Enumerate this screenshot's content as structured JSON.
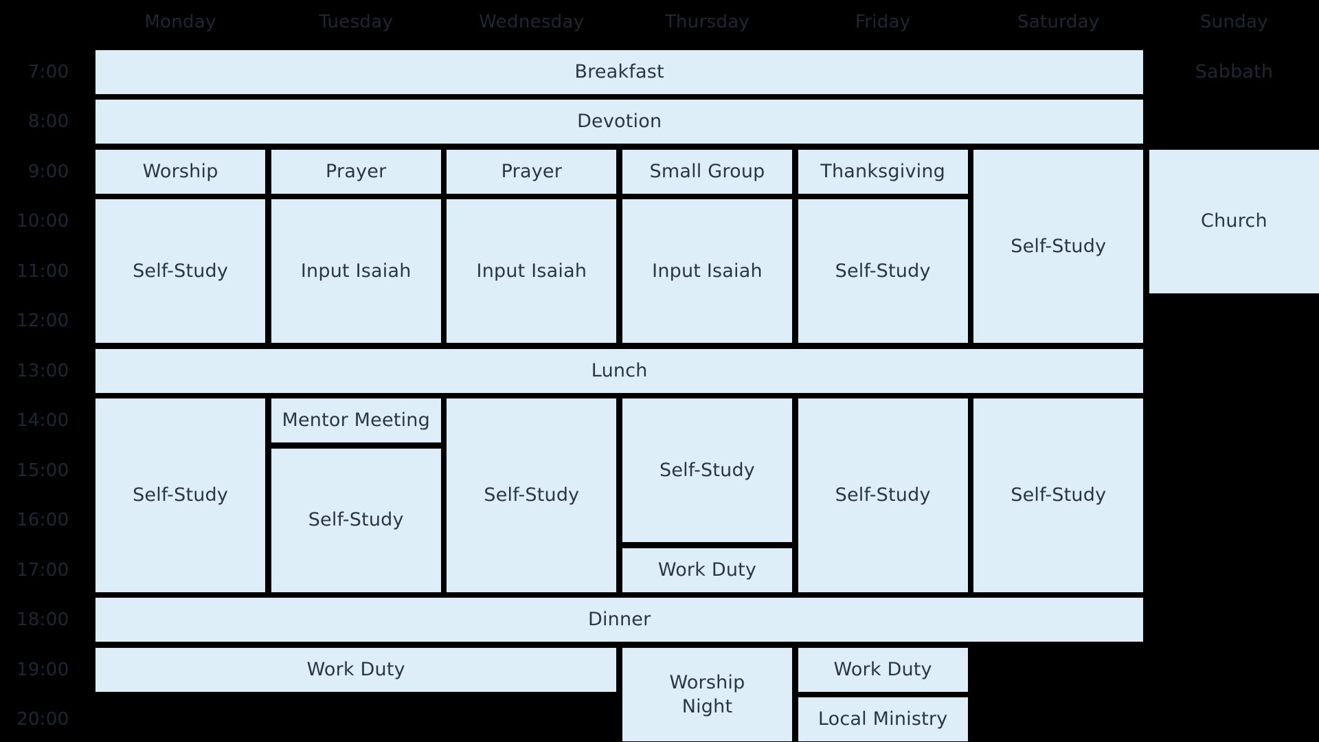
{
  "colors": {
    "background": "#000000",
    "cell_fill": "#ddeef8",
    "cell_text": "#2b3544",
    "axis_text": "#1e2835"
  },
  "chart_data": {
    "type": "table",
    "subtype": "weekly-schedule-grid",
    "title": "",
    "legend_position": "none",
    "grid": "thick black gaps between filled cells",
    "days": [
      "Monday",
      "Tuesday",
      "Wednesday",
      "Thursday",
      "Friday",
      "Saturday",
      "Sunday"
    ],
    "times": [
      "7:00",
      "8:00",
      "9:00",
      "10:00",
      "11:00",
      "12:00",
      "13:00",
      "14:00",
      "15:00",
      "16:00",
      "17:00",
      "18:00",
      "19:00",
      "20:00"
    ],
    "events": [
      {
        "label": "Breakfast",
        "day_start": "Monday",
        "day_end": "Saturday",
        "start": "7:00",
        "end": "8:00"
      },
      {
        "label": "Sabbath",
        "day_start": "Sunday",
        "day_end": "Sunday",
        "start": "7:00",
        "end": "8:00",
        "fill": false
      },
      {
        "label": "Devotion",
        "day_start": "Monday",
        "day_end": "Saturday",
        "start": "8:00",
        "end": "9:00"
      },
      {
        "label": "Worship",
        "day_start": "Monday",
        "day_end": "Monday",
        "start": "9:00",
        "end": "10:00"
      },
      {
        "label": "Prayer",
        "day_start": "Tuesday",
        "day_end": "Tuesday",
        "start": "9:00",
        "end": "10:00"
      },
      {
        "label": "Prayer",
        "day_start": "Wednesday",
        "day_end": "Wednesday",
        "start": "9:00",
        "end": "10:00"
      },
      {
        "label": "Small Group",
        "day_start": "Thursday",
        "day_end": "Thursday",
        "start": "9:00",
        "end": "10:00"
      },
      {
        "label": "Thanksgiving",
        "day_start": "Friday",
        "day_end": "Friday",
        "start": "9:00",
        "end": "10:00"
      },
      {
        "label": "Self-Study",
        "day_start": "Saturday",
        "day_end": "Saturday",
        "start": "9:00",
        "end": "13:00"
      },
      {
        "label": "Church",
        "day_start": "Sunday",
        "day_end": "Sunday",
        "start": "9:00",
        "end": "12:00"
      },
      {
        "label": "Self-Study",
        "day_start": "Monday",
        "day_end": "Monday",
        "start": "10:00",
        "end": "13:00"
      },
      {
        "label": "Input Isaiah",
        "day_start": "Tuesday",
        "day_end": "Tuesday",
        "start": "10:00",
        "end": "13:00"
      },
      {
        "label": "Input Isaiah",
        "day_start": "Wednesday",
        "day_end": "Wednesday",
        "start": "10:00",
        "end": "13:00"
      },
      {
        "label": "Input Isaiah",
        "day_start": "Thursday",
        "day_end": "Thursday",
        "start": "10:00",
        "end": "13:00"
      },
      {
        "label": "Self-Study",
        "day_start": "Friday",
        "day_end": "Friday",
        "start": "10:00",
        "end": "13:00"
      },
      {
        "label": "Lunch",
        "day_start": "Monday",
        "day_end": "Saturday",
        "start": "13:00",
        "end": "14:00"
      },
      {
        "label": "Self-Study",
        "day_start": "Monday",
        "day_end": "Monday",
        "start": "14:00",
        "end": "18:00"
      },
      {
        "label": "Mentor Meeting",
        "day_start": "Tuesday",
        "day_end": "Tuesday",
        "start": "14:00",
        "end": "15:00"
      },
      {
        "label": "Self-Study",
        "day_start": "Tuesday",
        "day_end": "Tuesday",
        "start": "15:00",
        "end": "18:00"
      },
      {
        "label": "Self-Study",
        "day_start": "Wednesday",
        "day_end": "Wednesday",
        "start": "14:00",
        "end": "18:00"
      },
      {
        "label": "Self-Study",
        "day_start": "Thursday",
        "day_end": "Thursday",
        "start": "14:00",
        "end": "17:00"
      },
      {
        "label": "Work Duty",
        "day_start": "Thursday",
        "day_end": "Thursday",
        "start": "17:00",
        "end": "18:00"
      },
      {
        "label": "Self-Study",
        "day_start": "Friday",
        "day_end": "Friday",
        "start": "14:00",
        "end": "18:00"
      },
      {
        "label": "Self-Study",
        "day_start": "Saturday",
        "day_end": "Saturday",
        "start": "14:00",
        "end": "18:00"
      },
      {
        "label": "Dinner",
        "day_start": "Monday",
        "day_end": "Saturday",
        "start": "18:00",
        "end": "19:00"
      },
      {
        "label": "Work Duty",
        "day_start": "Monday",
        "day_end": "Wednesday",
        "start": "19:00",
        "end": "20:00"
      },
      {
        "label": "Worship\nNight",
        "day_start": "Thursday",
        "day_end": "Thursday",
        "start": "19:00",
        "end": "21:00"
      },
      {
        "label": "Work Duty",
        "day_start": "Friday",
        "day_end": "Friday",
        "start": "19:00",
        "end": "20:00"
      },
      {
        "label": "Local Ministry",
        "day_start": "Friday",
        "day_end": "Friday",
        "start": "20:00",
        "end": "21:00"
      }
    ]
  }
}
